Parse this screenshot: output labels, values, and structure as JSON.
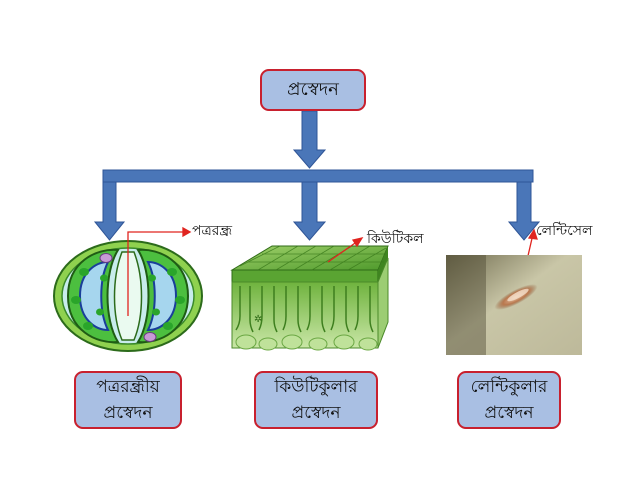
{
  "title": "প্রস্বেদন",
  "callouts": {
    "stoma": "পত্ররন্ধ্র",
    "cuticle": "কিউটিকল",
    "lenticel": "লেন্টিসেল"
  },
  "boxes": {
    "stomatal": [
      "পত্ররন্ধ্রীয়",
      "প্রস্বেদন"
    ],
    "cuticular": [
      "কিউটিকুলার",
      "প্রস্বেদন"
    ],
    "lenticular": [
      "লেন্টিকুলার",
      "প্রস্বেদন"
    ]
  },
  "colors": {
    "box_fill": "#a9bfe3",
    "box_border": "#c8202e",
    "arrow": "#4a76b8",
    "callout_line": "#e0241f"
  }
}
